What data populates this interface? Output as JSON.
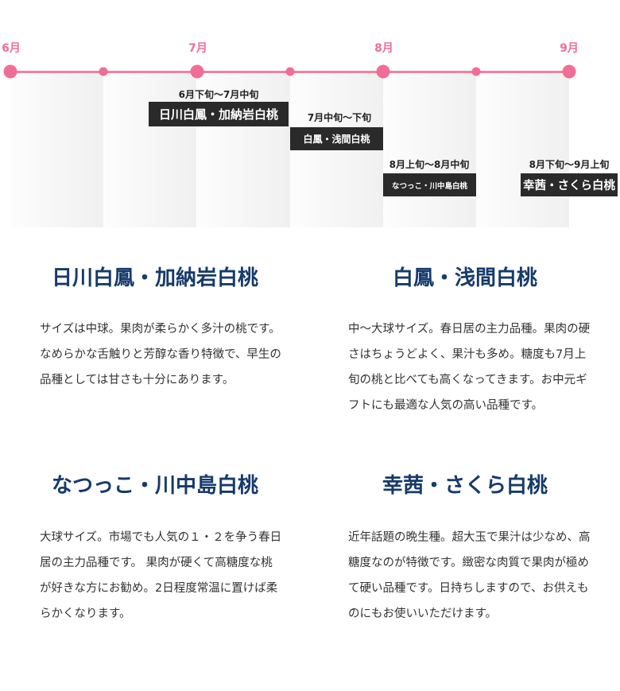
{
  "timeline": {
    "months": [
      "6月",
      "7月",
      "8月",
      "9月"
    ],
    "periods": [
      {
        "range": "6月下旬〜7月中旬",
        "variety": "日川白鳳・加納岩白桃"
      },
      {
        "range": "7月中旬〜下旬",
        "variety": "白鳳・浅間白桃"
      },
      {
        "range": "8月上旬〜8月中旬",
        "variety": "なつっこ・川中島白桃"
      },
      {
        "range": "8月下旬〜9月上旬",
        "variety": "幸茜・さくら白桃"
      }
    ],
    "accent": "#f06d96"
  },
  "sections": [
    {
      "title": "日川白鳳・加納岩白桃",
      "text": "サイズは中球。果肉が柔らかく多汁の桃です。なめらかな舌触りと芳醇な香り特徴で、早生の品種としては甘さも十分にあります。"
    },
    {
      "title": "白鳳・浅間白桃",
      "text": "中〜大球サイズ。春日居の主力品種。果肉の硬さはちょうどよく、果汁も多め。糖度も7月上旬の桃と比べても高くなってきます。お中元ギフトにも最適な人気の高い品種です。"
    },
    {
      "title": "なつっこ・川中島白桃",
      "text": "大球サイズ。市場でも人気の１・２を争う春日居の主力品種です。 果肉が硬くて高糖度な桃が好きな方にお勧め。2日程度常温に置けば柔らかくなります。"
    },
    {
      "title": "幸茜・さくら白桃",
      "text": "近年話題の晩生種。超大玉で果汁は少なめ、高糖度なのが特徴です。緻密な肉質で果肉が極めて硬い品種です。日持ちしますので、お供えものにもお使いいただけます。"
    }
  ]
}
